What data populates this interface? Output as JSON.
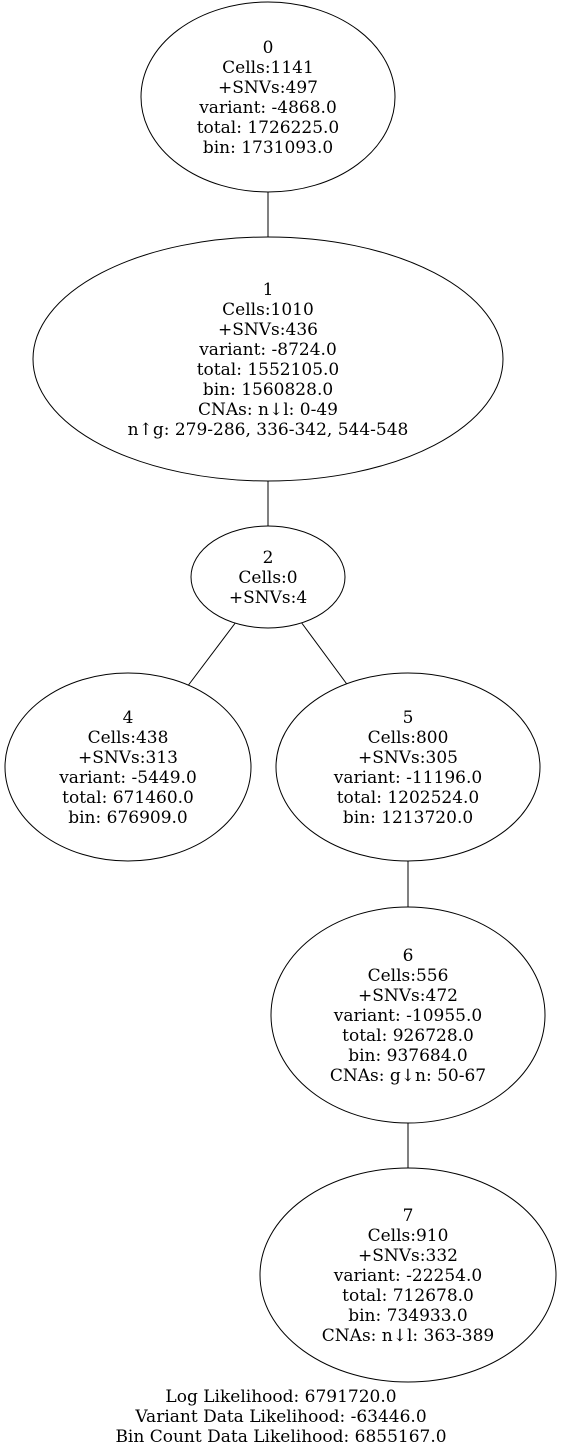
{
  "nodes": [
    {
      "id": "0",
      "lines": [
        "0",
        "Cells:1141",
        "+SNVs:497",
        "variant: -4868.0",
        "total: 1726225.0",
        "bin: 1731093.0"
      ]
    },
    {
      "id": "1",
      "lines": [
        "1",
        "Cells:1010",
        "+SNVs:436",
        "variant: -8724.0",
        "total: 1552105.0",
        "bin: 1560828.0",
        "CNAs: n↓l: 0-49",
        "n↑g: 279-286, 336-342, 544-548"
      ]
    },
    {
      "id": "2",
      "lines": [
        "2",
        "Cells:0",
        "+SNVs:4"
      ]
    },
    {
      "id": "4",
      "lines": [
        "4",
        "Cells:438",
        "+SNVs:313",
        "variant: -5449.0",
        "total: 671460.0",
        "bin: 676909.0"
      ]
    },
    {
      "id": "5",
      "lines": [
        "5",
        "Cells:800",
        "+SNVs:305",
        "variant: -11196.0",
        "total: 1202524.0",
        "bin: 1213720.0"
      ]
    },
    {
      "id": "6",
      "lines": [
        "6",
        "Cells:556",
        "+SNVs:472",
        "variant: -10955.0",
        "total: 926728.0",
        "bin: 937684.0",
        "CNAs: g↓n: 50-67"
      ]
    },
    {
      "id": "7",
      "lines": [
        "7",
        "Cells:910",
        "+SNVs:332",
        "variant: -22254.0",
        "total: 712678.0",
        "bin: 734933.0",
        "CNAs: n↓l: 363-389"
      ]
    }
  ],
  "edges": [
    {
      "from": "0",
      "to": "1"
    },
    {
      "from": "1",
      "to": "2"
    },
    {
      "from": "2",
      "to": "4"
    },
    {
      "from": "2",
      "to": "5"
    },
    {
      "from": "5",
      "to": "6"
    },
    {
      "from": "6",
      "to": "7"
    }
  ],
  "footer": {
    "log_likelihood": "Log Likelihood: 6791720.0",
    "variant_likelihood": "Variant Data Likelihood: -63446.0",
    "bin_count_likelihood": "Bin Count Data Likelihood: 6855167.0"
  }
}
